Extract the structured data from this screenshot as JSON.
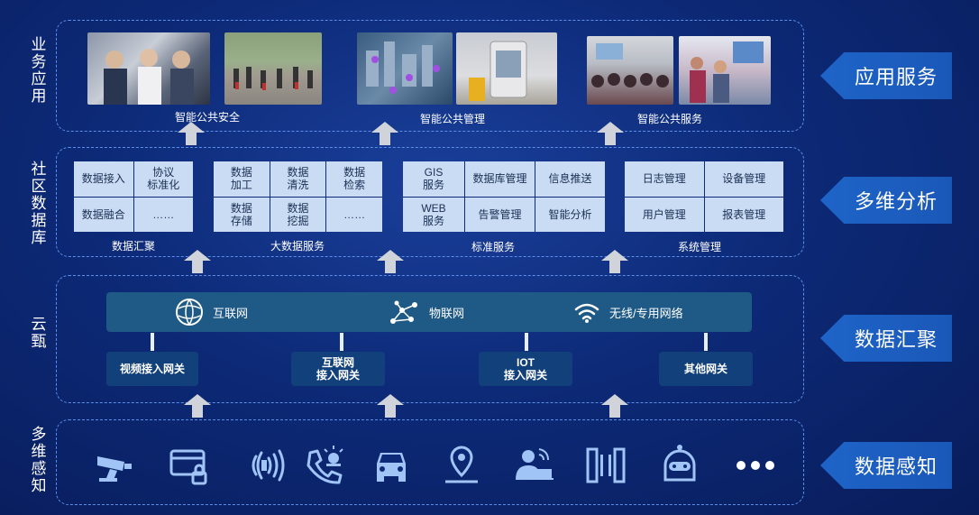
{
  "side_labels": {
    "business": "业\n务\n应\n用",
    "database": "社\n区\n数\n据\n库",
    "cloud": "云\n甄",
    "sensing": "多\n维\n感\n知"
  },
  "banners": {
    "app_service": "应用服务",
    "multi_analysis": "多维分析",
    "data_gather": "数据汇聚",
    "data_sense": "数据感知"
  },
  "app_layer": {
    "groups": [
      "智能公共安全",
      "智能公共管理",
      "智能公共服务"
    ]
  },
  "data_layer": {
    "group1": {
      "title": "数据汇聚",
      "cells": [
        "数据接入",
        "协议\n标准化",
        "数据融合",
        "……"
      ]
    },
    "group2": {
      "title": "大数据服务",
      "cells": [
        "数据\n加工",
        "数据\n清洗",
        "数据\n检索",
        "数据\n存储",
        "数据\n挖掘",
        "……"
      ]
    },
    "group3": {
      "title": "标准服务",
      "cells": [
        "GIS\n服务",
        "数据库管理",
        "信息推送",
        "WEB\n服务",
        "告警管理",
        "智能分析"
      ]
    },
    "group4": {
      "title": "系统管理",
      "cells": [
        "日志管理",
        "设备管理",
        "用户管理",
        "报表管理"
      ]
    }
  },
  "cloud_layer": {
    "networks": [
      "互联网",
      "物联网",
      "无线/专用网络"
    ],
    "gateways": [
      "视频接入网关",
      "互联网\n接入网关",
      "IOT\n接入网关",
      "其他网关"
    ]
  },
  "sensing_layer": {
    "icons": [
      "camera-icon",
      "card-lock-icon",
      "nfc-signal-icon",
      "phone-alarm-icon",
      "car-icon",
      "location-pin-icon",
      "person-screen-icon",
      "gate-icon",
      "robot-icon",
      "more-dots-icon"
    ]
  },
  "colors": {
    "accent": "#1e64c8",
    "cell_bg": "#c9dcf3",
    "icon": "#9fc4f5"
  }
}
